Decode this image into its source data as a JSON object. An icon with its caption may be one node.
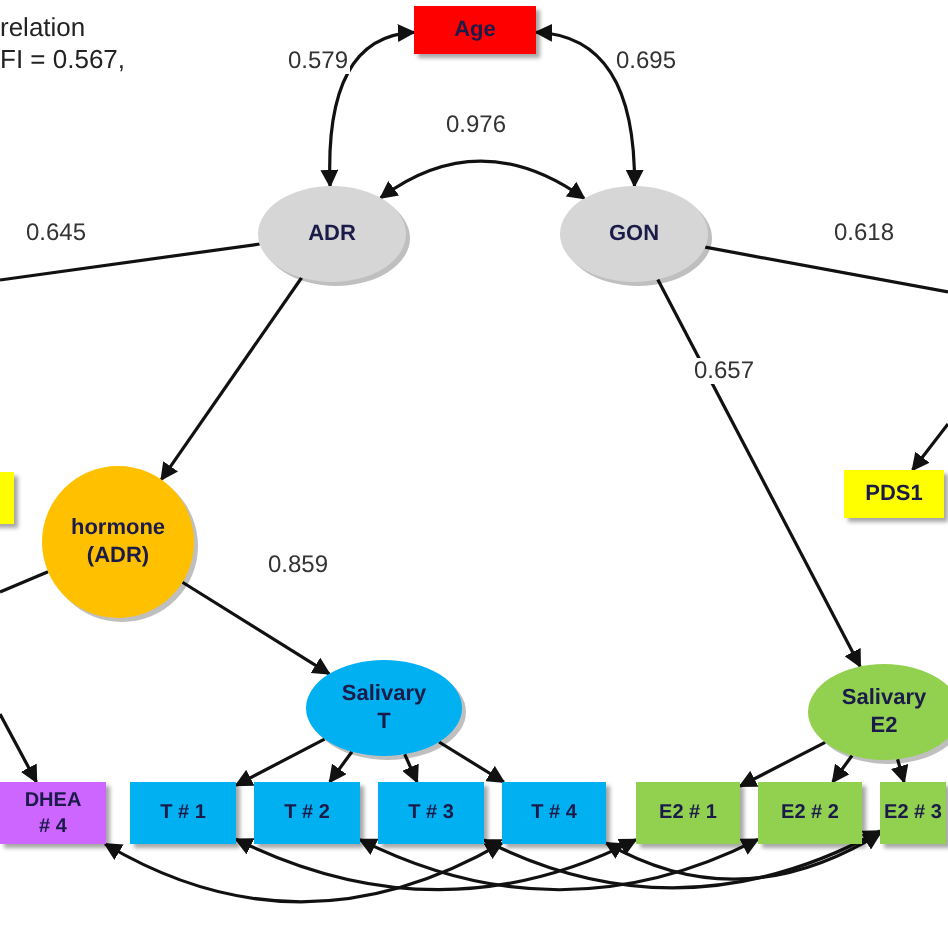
{
  "diagram": {
    "nodes": [
      {
        "text": [
          "Age"
        ]
      },
      {
        "text": [
          "ADR"
        ]
      },
      {
        "text": [
          "GON"
        ]
      },
      {
        "text": [],
        "shape": "box"
      },
      {
        "text": [
          "PDS1"
        ]
      },
      {
        "text": [
          "hormone (ADR)"
        ]
      },
      {
        "text": [
          "Salivary T"
        ]
      },
      {
        "text": [
          "Salivary E2"
        ]
      },
      {
        "text": [
          "DHEA # 4"
        ]
      },
      {
        "text": [
          "T # 1"
        ]
      },
      {
        "text": [
          "T # 2"
        ]
      },
      {
        "text": [
          "T # 3"
        ]
      },
      {
        "text": [
          "T # 4"
        ]
      },
      {
        "text": [
          "E2 # 1"
        ]
      },
      {
        "text": [
          "E2 # 2"
        ]
      },
      {
        "text": [
          "E2 # 3"
        ]
      }
    ],
    "edges": [
      {
        "from": 0,
        "to": 1,
        "arrow": "both",
        "label": "0.579"
      },
      {
        "from": 0,
        "to": 2,
        "arrow": "both",
        "label": "0.695"
      },
      {
        "from": 1,
        "to": 2,
        "arrow": "both",
        "label": "0.976"
      },
      {
        "from": 1,
        "to": null,
        "arrow": "none",
        "label": "0.645"
      },
      {
        "from": 1,
        "to": 5,
        "arrow": "to"
      },
      {
        "from": 2,
        "to": null,
        "arrow": "none",
        "label": "0.618"
      },
      {
        "from": null,
        "to": 4,
        "arrow": "to"
      },
      {
        "from": 2,
        "to": 7,
        "arrow": "to",
        "label": "0.657"
      },
      {
        "from": 5,
        "to": 6,
        "arrow": "to",
        "label": "0.859"
      },
      {
        "from": 5,
        "to": null,
        "arrow": "none"
      },
      {
        "from": null,
        "to": 8,
        "arrow": "to"
      },
      {
        "from": 6,
        "to": 9,
        "arrow": "to"
      },
      {
        "from": 6,
        "to": 10,
        "arrow": "to"
      },
      {
        "from": 6,
        "to": 11,
        "arrow": "to"
      },
      {
        "from": 6,
        "to": 12,
        "arrow": "to"
      },
      {
        "from": 7,
        "to": 13,
        "arrow": "to"
      },
      {
        "from": 7,
        "to": 14,
        "arrow": "to"
      },
      {
        "from": 7,
        "to": 15,
        "arrow": "to"
      },
      {
        "from": 8,
        "to": 12,
        "arrow": "both"
      },
      {
        "from": 9,
        "to": 13,
        "arrow": "both"
      },
      {
        "from": 10,
        "to": 14,
        "arrow": "both"
      },
      {
        "from": 11,
        "to": 15,
        "arrow": "both"
      },
      {
        "from": 12,
        "to": 15,
        "arrow": "both"
      }
    ],
    "labels": [
      "relation",
      "FI = 0.567,"
    ]
  }
}
